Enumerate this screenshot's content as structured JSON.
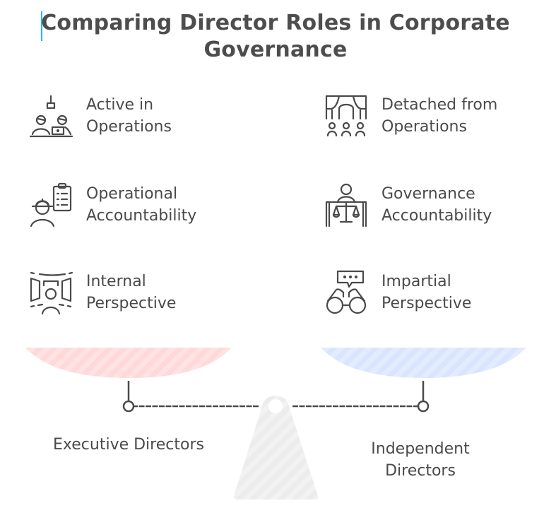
{
  "title": {
    "line1": "Comparing Director Roles in Corporate",
    "line2": "Governance",
    "cursor_color": "#29b6f6"
  },
  "left_column": {
    "group_label": "Executive Directors",
    "pan_color": "#ffd6d6",
    "items": [
      {
        "icon": "team-working-at-desk-icon",
        "line1": "Active in",
        "line2": "Operations"
      },
      {
        "icon": "worker-with-clipboard-icon",
        "line1": "Operational",
        "line2": "Accountability"
      },
      {
        "icon": "person-in-room-perspective-icon",
        "line1": "Internal",
        "line2": "Perspective"
      }
    ]
  },
  "right_column": {
    "group_label_line1": "Independent",
    "group_label_line2": "Directors",
    "pan_color": "#d9e6ff",
    "items": [
      {
        "icon": "boardroom-audience-icon",
        "line1": "Detached from",
        "line2": "Operations"
      },
      {
        "icon": "person-with-scales-icon",
        "line1": "Governance",
        "line2": "Accountability"
      },
      {
        "icon": "binoculars-speech-icon",
        "line1": "Impartial",
        "line2": "Perspective"
      }
    ]
  },
  "scale": {
    "stand_color": "#ebebeb",
    "beam_color": "#4a4a4a"
  }
}
